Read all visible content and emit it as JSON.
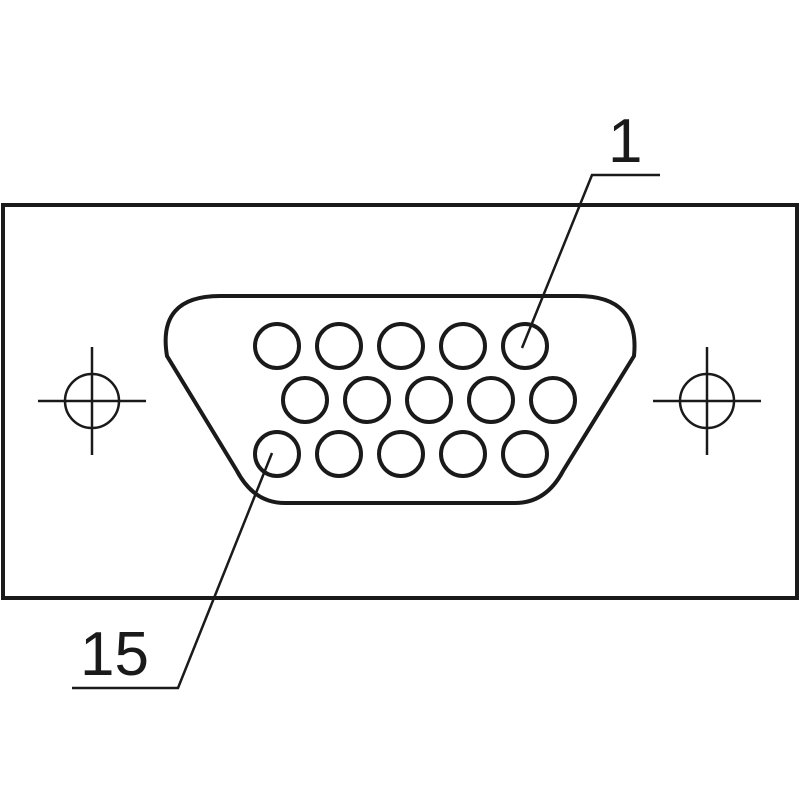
{
  "diagram": {
    "type": "VGA (DE-15) female connector pinout",
    "pin_count": 15,
    "rows": [
      5,
      5,
      5
    ],
    "callouts": {
      "first_pin_label": "1",
      "last_pin_label": "15"
    },
    "colors": {
      "line": "#1a1a1a",
      "background": "#ffffff"
    }
  }
}
